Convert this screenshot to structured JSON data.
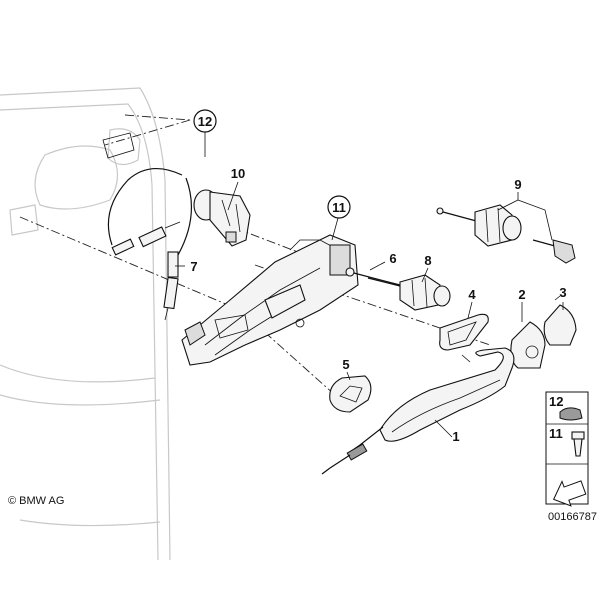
{
  "callouts": {
    "c1": "1",
    "c2": "2",
    "c3": "3",
    "c4": "4",
    "c5": "5",
    "c6": "6",
    "c7": "7",
    "c8": "8",
    "c9": "9",
    "c10": "10",
    "c11": "11",
    "c12": "12"
  },
  "legend": {
    "item12": "12",
    "item11": "11"
  },
  "copyright": "© BMW AG",
  "diagram_number": "00166787"
}
